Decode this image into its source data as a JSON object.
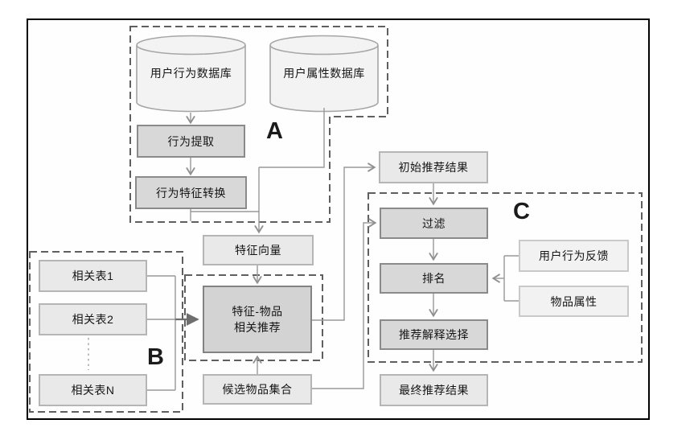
{
  "labels": {
    "group_a": "A",
    "group_b": "B",
    "group_c": "C"
  },
  "nodes": {
    "user_behavior_db": "用户行为数据库",
    "user_attribute_db": "用户属性数据库",
    "behavior_extraction": "行为提取",
    "behavior_feature_conversion": "行为特征转换",
    "feature_vector": "特征向量",
    "feature_item_line1": "特征-物品",
    "feature_item_line2": "相关推荐",
    "candidate_item_set": "候选物品集合",
    "related_table_1": "相关表1",
    "related_table_2": "相关表2",
    "related_table_n": "相关表N",
    "initial_results": "初始推荐结果",
    "filter": "过滤",
    "ranking": "排名",
    "explanation_selection": "推荐解释选择",
    "final_results": "最终推荐结果",
    "user_behavior_feedback": "用户行为反馈",
    "item_attributes": "物品属性"
  },
  "colors": {
    "process_box_fill": "#d8d8d8",
    "data_box_fill": "#e9e9e9",
    "input_box_fill": "#f2f2f2",
    "connector": "#979797",
    "dashed_group": "#606060",
    "frame": "#000000"
  }
}
